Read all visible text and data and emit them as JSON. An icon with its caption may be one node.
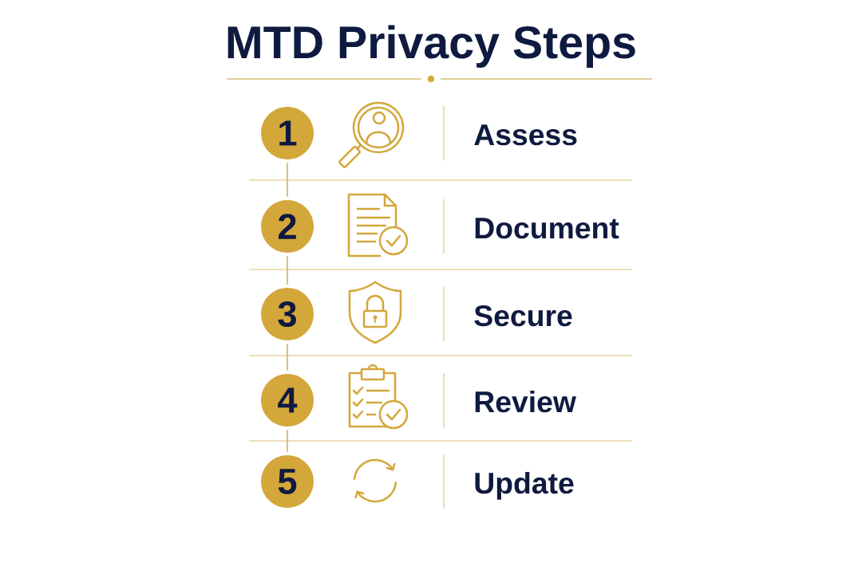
{
  "diagram": {
    "title": "MTD Privacy Steps",
    "nodes": [
      {
        "text": [
          "1"
        ]
      },
      {
        "text": [
          "2"
        ]
      },
      {
        "text": [
          "3"
        ]
      },
      {
        "text": [
          "4"
        ]
      },
      {
        "text": [
          "5"
        ]
      }
    ],
    "edges": [
      {
        "from": 0,
        "to": 1,
        "arrow": "none"
      },
      {
        "from": 1,
        "to": 2,
        "arrow": "none"
      },
      {
        "from": 2,
        "to": 3,
        "arrow": "none"
      },
      {
        "from": 3,
        "to": 4,
        "arrow": "none"
      }
    ],
    "labels": [
      "Assess",
      "Document",
      "Secure",
      "Review",
      "Update"
    ]
  }
}
